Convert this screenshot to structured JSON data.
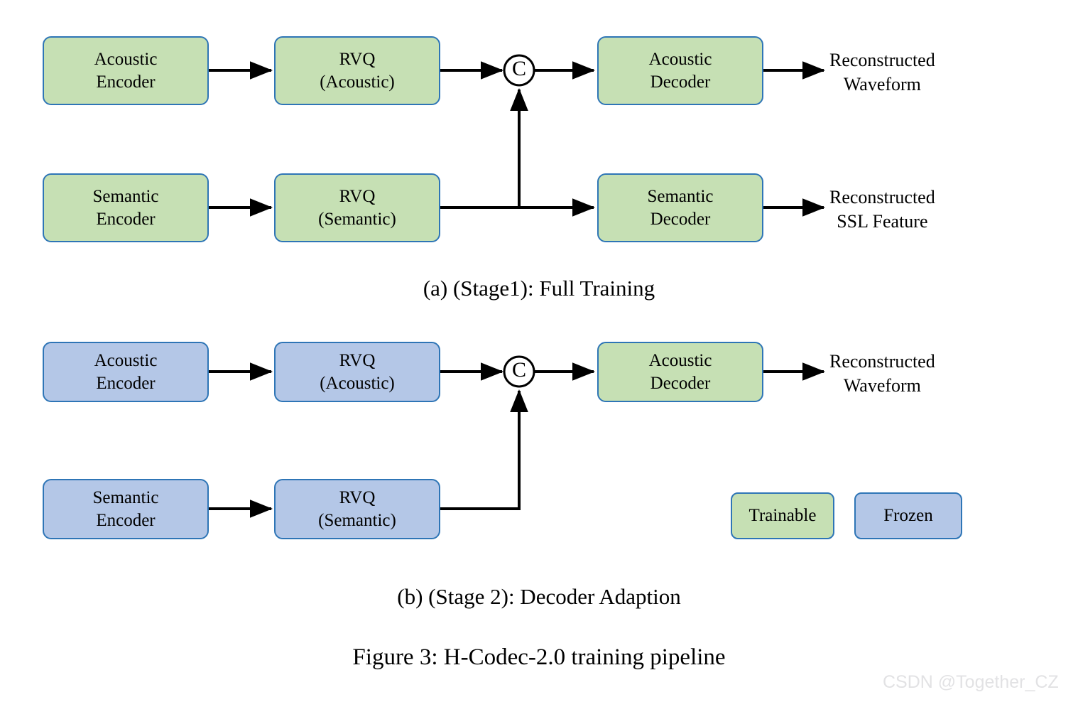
{
  "figure": {
    "caption": "Figure 3: H-Codec-2.0 training pipeline",
    "watermark": "CSDN @Together_CZ",
    "colors": {
      "trainable_fill": "#c6e0b4",
      "frozen_fill": "#b4c7e7",
      "node_border": "#2e75b6",
      "wire": "#000000",
      "watermark_text": "#e2e2e4"
    }
  },
  "stage_a": {
    "caption": "(a) (Stage1): Full Training",
    "nodes": {
      "acoustic_encoder": {
        "line1": "Acoustic",
        "line2": "Encoder",
        "state": "Trainable"
      },
      "rvq_acoustic": {
        "line1": "RVQ",
        "line2": "(Acoustic)",
        "state": "Trainable"
      },
      "acoustic_decoder": {
        "line1": "Acoustic",
        "line2": "Decoder",
        "state": "Trainable"
      },
      "semantic_encoder": {
        "line1": "Semantic",
        "line2": "Encoder",
        "state": "Trainable"
      },
      "rvq_semantic": {
        "line1": "RVQ",
        "line2": "(Semantic)",
        "state": "Trainable"
      },
      "semantic_decoder": {
        "line1": "Semantic",
        "line2": "Decoder",
        "state": "Trainable"
      },
      "concat": {
        "label": "C"
      }
    },
    "outputs": {
      "acoustic": {
        "line1": "Reconstructed",
        "line2": "Waveform"
      },
      "semantic": {
        "line1": "Reconstructed",
        "line2": "SSL Feature"
      }
    }
  },
  "stage_b": {
    "caption": "(b) (Stage 2): Decoder Adaption",
    "nodes": {
      "acoustic_encoder": {
        "line1": "Acoustic",
        "line2": "Encoder",
        "state": "Frozen"
      },
      "rvq_acoustic": {
        "line1": "RVQ",
        "line2": "(Acoustic)",
        "state": "Frozen"
      },
      "acoustic_decoder": {
        "line1": "Acoustic",
        "line2": "Decoder",
        "state": "Trainable"
      },
      "semantic_encoder": {
        "line1": "Semantic",
        "line2": "Encoder",
        "state": "Frozen"
      },
      "rvq_semantic": {
        "line1": "RVQ",
        "line2": "(Semantic)",
        "state": "Frozen"
      },
      "concat": {
        "label": "C"
      }
    },
    "outputs": {
      "acoustic": {
        "line1": "Reconstructed",
        "line2": "Waveform"
      }
    }
  },
  "legend": {
    "trainable": "Trainable",
    "frozen": "Frozen"
  }
}
